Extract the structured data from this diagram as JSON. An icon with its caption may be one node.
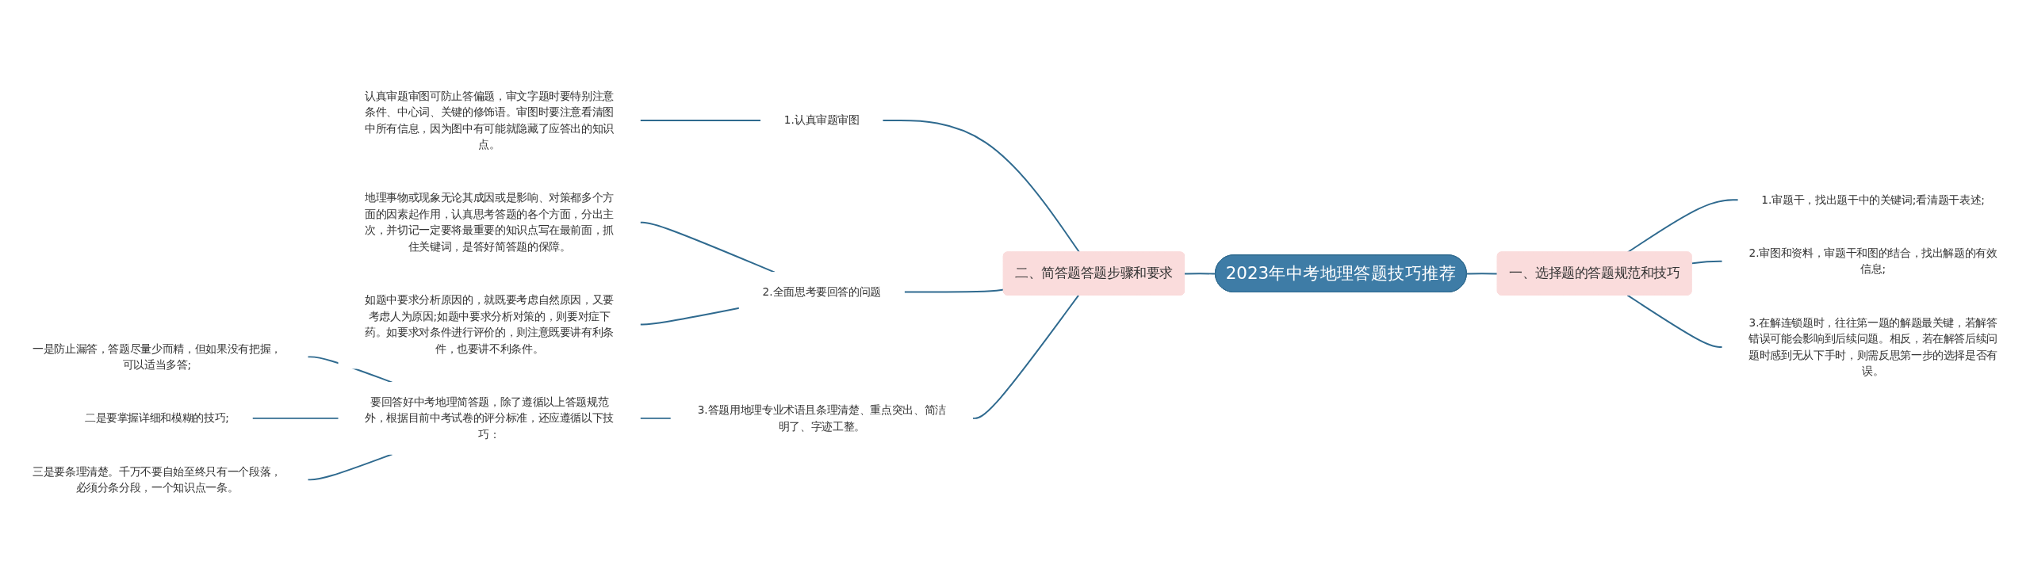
{
  "diagram": {
    "nodes": [
      {
        "text": [
          "2023年中考地理答题技巧推荐"
        ]
      },
      {
        "text": [
          "一、选择题的答题规范和技巧"
        ]
      },
      {
        "text": [
          "1.审题干，找出题干中的关键词;看清题干表述;"
        ]
      },
      {
        "text": [
          "2.审图和资料，审题干和图的结合，找出解题的有效信息;"
        ]
      },
      {
        "text": [
          "3.在解连锁题时，往往第一题的解题最关键，若解答错误可能会影响到后续问题。相反，若在解答后续问题时感到无从下手时，则需反思第一步的选择是否有误。"
        ]
      },
      {
        "text": [
          "二、简答题答题步骤和要求"
        ]
      },
      {
        "text": [
          "1.认真审题审图"
        ]
      },
      {
        "text": [
          "认真审题审图可防止答偏题，审文字题时要特别注意条件、中心词、关键的修饰语。审图时要注意看清图中所有信息，因为图中有可能就隐藏了应答出的知识点。"
        ]
      },
      {
        "text": [
          "2.全面思考要回答的问题"
        ]
      },
      {
        "text": [
          "地理事物或现象无论其成因或是影响、对策都多个方面的因素起作用，认真思考答题的各个方面，分出主次，并切记一定要将最重要的知识点写在最前面，抓住关键词，是答好简答题的保障。"
        ]
      },
      {
        "text": [
          "如题中要求分析原因的，就既要考虑自然原因，又要考虑人为原因;如题中要求分析对策的，则要对症下药。如要求对条件进行评价的，则注意既要讲有利条件，也要讲不利条件。"
        ]
      },
      {
        "text": [
          "3.答题用地理专业术语且条理清楚、重点突出、简洁明了、字迹工整。"
        ]
      },
      {
        "text": [
          "要回答好中考地理简答题，除了遵循以上答题规范外，根据目前中考试卷的评分标准，还应遵循以下技巧："
        ]
      },
      {
        "text": [
          "一是防止漏答，答题尽量少而精，但如果没有把握，可以适当多答;"
        ]
      },
      {
        "text": [
          "二是要掌握详细和模糊的技巧;"
        ]
      },
      {
        "text": [
          "三是要条理清楚。千万不要自始至终只有一个段落，必须分条分段，一个知识点一条。"
        ]
      }
    ],
    "edges": [
      {
        "from": 0,
        "to": 1,
        "arrow": "none"
      },
      {
        "from": 1,
        "to": 2,
        "arrow": "none"
      },
      {
        "from": 1,
        "to": 3,
        "arrow": "none"
      },
      {
        "from": 1,
        "to": 4,
        "arrow": "none"
      },
      {
        "from": 5,
        "to": 0,
        "arrow": "none"
      },
      {
        "from": 6,
        "to": 5,
        "arrow": "none"
      },
      {
        "from": 7,
        "to": 6,
        "arrow": "none"
      },
      {
        "from": 8,
        "to": 5,
        "arrow": "none"
      },
      {
        "from": 9,
        "to": 8,
        "arrow": "none"
      },
      {
        "from": 10,
        "to": 8,
        "arrow": "none"
      },
      {
        "from": 11,
        "to": 5,
        "arrow": "none"
      },
      {
        "from": 12,
        "to": 11,
        "arrow": "none"
      },
      {
        "from": 13,
        "to": 12,
        "arrow": "none"
      },
      {
        "from": 14,
        "to": 12,
        "arrow": "none"
      },
      {
        "from": 15,
        "to": 12,
        "arrow": "none"
      }
    ]
  }
}
